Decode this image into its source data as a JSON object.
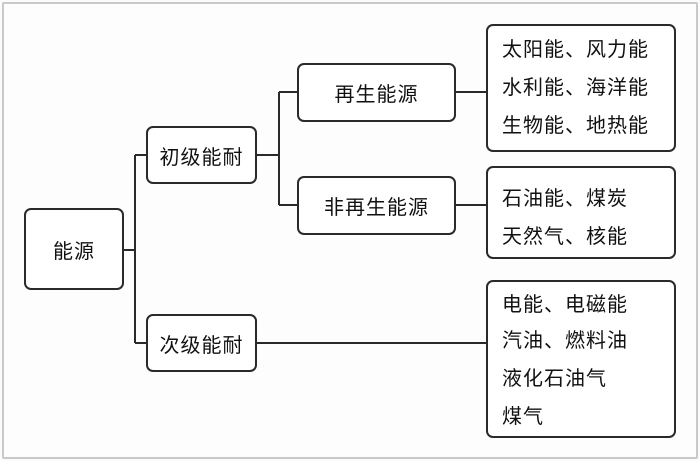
{
  "root": {
    "label": "能源"
  },
  "primary": {
    "label": "初级能耐"
  },
  "secondary": {
    "label": "次级能耐"
  },
  "renewable": {
    "label": "再生能源"
  },
  "nonrenewable": {
    "label": "非再生能源"
  },
  "renewable_items": [
    "太阳能、风力能",
    "水利能、海洋能",
    "生物能、地热能"
  ],
  "nonrenewable_items": [
    "石油能、煤炭",
    "天然气、核能"
  ],
  "secondary_items": [
    "电能、电磁能",
    "汽油、燃料油",
    "液化石油气",
    "煤气"
  ]
}
